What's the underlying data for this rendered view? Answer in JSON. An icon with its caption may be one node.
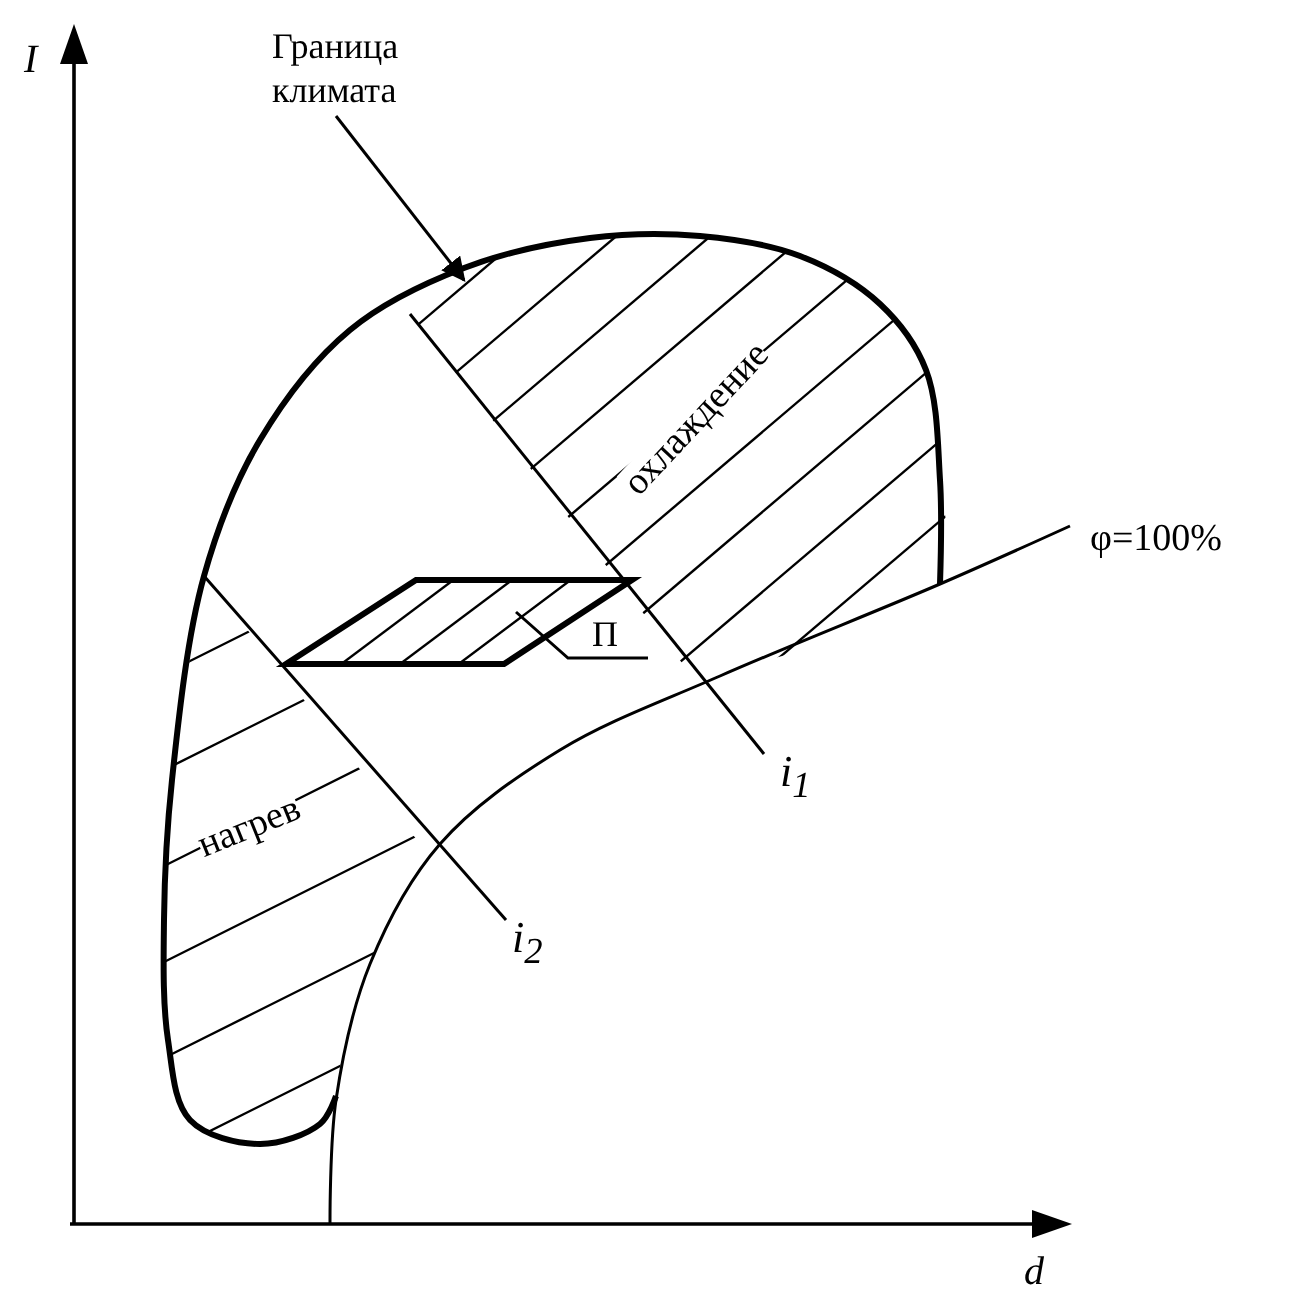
{
  "diagram": {
    "nodes": [
      {
        "text": [
          "Граница климата"
        ]
      },
      {
        "text": [
          "П"
        ]
      }
    ],
    "edges": [
      {
        "from": 0,
        "to": null,
        "arrow": "to"
      },
      {
        "from": 1,
        "to": null,
        "arrow": "none"
      }
    ],
    "labels": [
      "I",
      "d",
      "охлаждение",
      "нагрев",
      "φ=100%",
      "i$_{1}$",
      "i$_{2}$"
    ]
  }
}
